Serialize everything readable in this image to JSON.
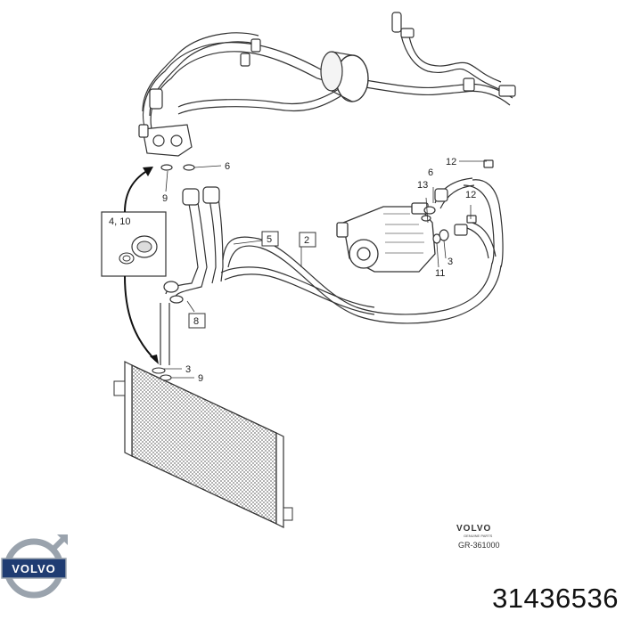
{
  "callouts": {
    "c6_top": "6",
    "c9_top": "9",
    "c4_10": "4, 10",
    "c5": "5",
    "c2": "2",
    "c8": "8",
    "c3_bottom": "3",
    "c9_bottom": "9",
    "c12_top": "12",
    "c6_right": "6",
    "c13": "13",
    "c12_right": "12",
    "c3_right": "3",
    "c11": "11"
  },
  "watermark": {
    "brand": "VOLVO",
    "subtitle": "GENUINE PARTS",
    "reference": "GR-361000"
  },
  "logo": {
    "brand": "VOLVO"
  },
  "part_number": "31436536",
  "colors": {
    "line": "#333333",
    "logo_blue": "#1f3c72",
    "logo_silver": "#9aa3ad"
  }
}
